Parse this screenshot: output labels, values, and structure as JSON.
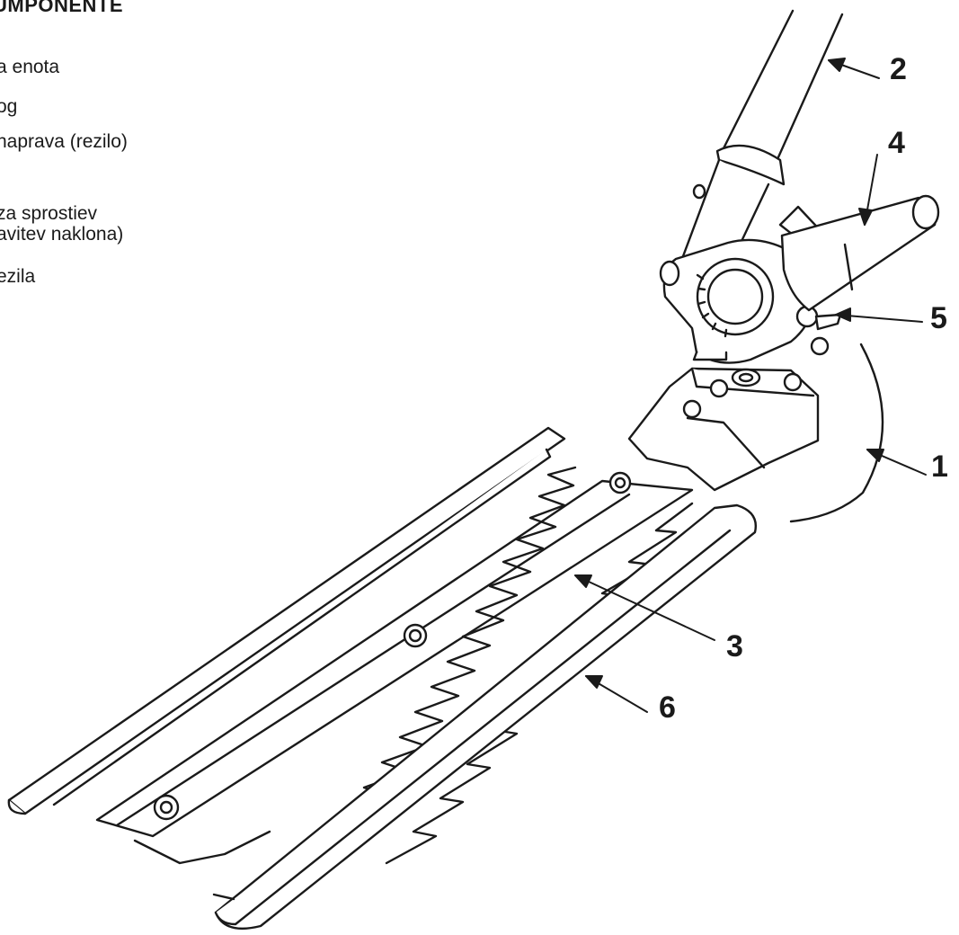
{
  "legend": {
    "title": "UMPONENTE",
    "items": [
      "a enota",
      "og",
      "naprava (rezilo)",
      "za sprostiev\navitev naklona)",
      "ezila"
    ]
  },
  "callouts": {
    "n1": "1",
    "n2": "2",
    "n3": "3",
    "n4": "4",
    "n5": "5",
    "n6": "6"
  }
}
